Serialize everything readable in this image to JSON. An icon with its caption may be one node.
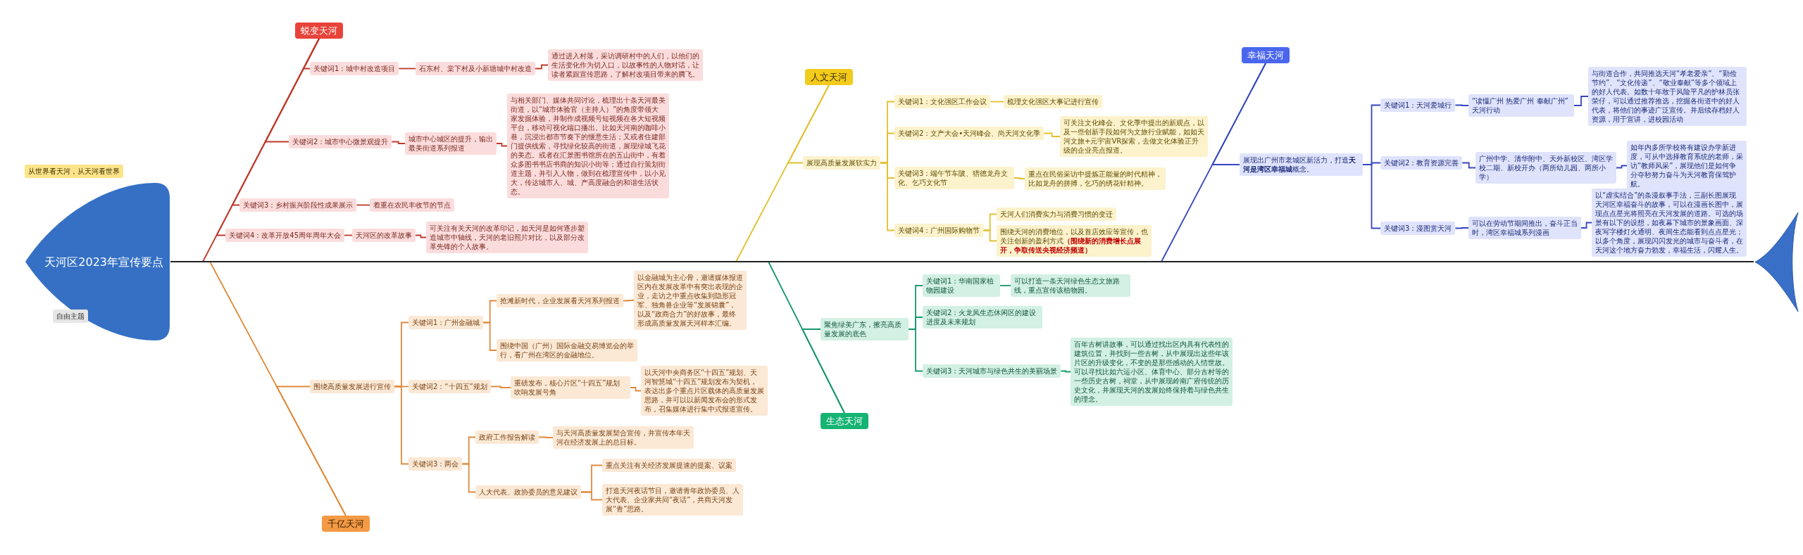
{
  "diagram": {
    "nodes": [
      {
        "text": [
          "天河区2023年宣传要点"
        ]
      },
      {
        "text": [
          "从世界看天河，从天河看世界"
        ]
      },
      {
        "text": [
          "自由主题"
        ],
        "in": 0
      },
      {
        "text": [
          "蜕变天河"
        ]
      },
      {
        "text": [
          "关键词1：城中村改造项目"
        ]
      },
      {
        "text": [
          "石东村、棠下村及小新塘城中村改造"
        ]
      },
      {
        "text": [
          "通过进入村落，采访调研村中的人们，以他们的生活变化作为切入口，以故事性的人物对话，让读者紧跟宣传思路，了解村改项目带来的腾飞。"
        ]
      },
      {
        "text": [
          "关键词2：城市中心微景观提升"
        ]
      },
      {
        "text": [
          "城市中心城区的提升，输出最美街道系列报道"
        ]
      },
      {
        "text": [
          "与相关部门、媒体共同讨论，梳理出十条天河最美街道，以“城市体验官（主持人）”的角度带领大家发掘体验，并制作成视频号短视频在各大短视频平台，移动可视化端口播出。比如天河南的咖啡小巷，沉浸出都市节奏下的惬意生活；又或者住建部门提供线索，寻找绿化较高的街道，展现绿城飞花的美态。或者在汇景图书馆所在的五山街中，有着众多图书书店书商的知识小街等；通过自行策划街道主题，并引入人物，做到在梳理宣传中，以小见大，传达城市人、城、产高度融合的和谐生活状态。"
        ]
      },
      {
        "text": [
          "关键词3：乡村振兴阶段性成果展示"
        ]
      },
      {
        "text": [
          "着重在农民丰收节的节点"
        ]
      },
      {
        "text": [
          "关键词4：改革开放45周年周年大会"
        ]
      },
      {
        "text": [
          "天河区的改革故事"
        ]
      },
      {
        "text": [
          "可关注有关天河的改革印记，如天河是如何逐步塑造城市中轴线，天河的老旧照片对比，以及部分改革先锋的个人故事。"
        ]
      },
      {
        "text": [
          "千亿天河"
        ]
      },
      {
        "text": [
          "围绕高质量发展进行宣传"
        ]
      },
      {
        "text": [
          "关键词1：广州金融城"
        ]
      },
      {
        "text": [
          "抢滩新时代，企业发展看天河系列报道"
        ]
      },
      {
        "text": [
          "以金融城为主心骨，邀请媒体报道区内在发展改革中有突出表现的企业，走访之中重点收集到隐形冠军、独角兽企业等“发展锦囊”，以及“政商合力”的好故事，最终形成高质量发展天河样本汇编。"
        ]
      },
      {
        "text": [
          "围绕中国（广州）国际金融交易博览会的举行，看广州在湾区的金融地位。"
        ]
      },
      {
        "text": [
          "关键词2：“十四五”规划"
        ]
      },
      {
        "text": [
          "重磅发布，核心片区“十四五”规划吹响发展号角"
        ]
      },
      {
        "text": [
          "以天河中央商务区“十四五”规划、天河智慧城“十四五”规划发布为契机，表达出多个重点片区载体的高质量发展思路，并可以以新闻发布会的形式发布，召集媒体进行集中式报道宣传。"
        ]
      },
      {
        "text": [
          "关键词3：两会"
        ]
      },
      {
        "text": [
          "政府工作报告解读"
        ]
      },
      {
        "text": [
          "与天河高质量发展契合宣传，并宣传本年天河在经济发展上的总目标。"
        ]
      },
      {
        "text": [
          "人大代表、政协委员的意见建议"
        ]
      },
      {
        "text": [
          "重点关注有关经济发展提速的提案、议案"
        ]
      },
      {
        "text": [
          "打造天河夜话节目，邀请青年政协委员、人大代表、企业家共同“夜话”，共商天河发展“青”思路。"
        ]
      },
      {
        "text": [
          "人文天河"
        ]
      },
      {
        "text": [
          "展现高质量发展软实力"
        ]
      },
      {
        "text": [
          "关键词1：文化强区工作会议"
        ]
      },
      {
        "text": [
          "梳理文化强区大事记进行宣传"
        ]
      },
      {
        "text": [
          "关键词2：文产大会•天河峰会、尚天河文化季"
        ]
      },
      {
        "text": [
          "可关注文化峰会、文化季中提出的新观点，以及一些创新手段如何为文旅行业赋能，如如天河文旅+元宇宙VR探索，去做文化体验正升级的企业亮点报道。"
        ]
      },
      {
        "text": [
          "关键词3：端午节车陂、猎德龙舟文化、乞巧文化节"
        ]
      },
      {
        "text": [
          "重点在民俗采访中提炼正能量的时代精神，比如龙舟的拼搏，乞巧的绣花针精神。"
        ]
      },
      {
        "text": [
          "关键词4：广州国际购物节"
        ]
      },
      {
        "text": [
          "天河人们消费实力与消费习惯的变迁"
        ]
      },
      {
        "text": [
          "围绕天河的消费地位，以及首店效应等宣传，也关注创新的盈利方式**（围绕新的消费增长点展开，争取传送央视经济频道）**"
        ]
      },
      {
        "text": [
          "生态天河"
        ]
      },
      {
        "text": [
          "聚焦绿美广东，擦亮高质量发展的底色"
        ]
      },
      {
        "text": [
          "关键词1：华南国家植物园建设"
        ]
      },
      {
        "text": [
          "可以打造一条天河绿色生态文旅路线，重点宣传该植物园。"
        ]
      },
      {
        "text": [
          "关键词2：火龙凤生态休闲区的建设进度及未来规划"
        ]
      },
      {
        "text": [
          "关键词3：天河城市与绿色共生的美丽场景"
        ]
      },
      {
        "text": [
          "百年古树讲故事，可以通过找出区内具有代表性的建筑位置，并找到一些古树，从中展现出这些年该片区的升级变化，不变的是那些感动的人情世故。可以寻找比如六运小区、体育中心、部分古村等的一些历史古树，祠堂，从中展现岭南广府传统的历史文化，并展现天河的发展始终保持着与绿色共生的理念。"
        ]
      },
      {
        "text": [
          "幸福天河"
        ]
      },
      {
        "text": [
          "展现出广州市老城区新活力，打造**天河是湾区幸福城**概念。"
        ]
      },
      {
        "text": [
          "关键词1：天河爱城行"
        ]
      },
      {
        "text": [
          "“读懂广州 热爱广州 奉献广州” 天河行动"
        ]
      },
      {
        "text": [
          "与街道合作，共同推选天河“孝老爱亲”、“勤俭节约”、“文化传递”、“敬业奉献”等多个领域上的好人代表。如数十年敢于风险平凡的护林员张荣仔，可以通过推荐推选，挖掘各街道中的好人代表，将他们的事迹广泛宣传。并后续存档好人资源，用于宣讲，进校园活动"
        ]
      },
      {
        "text": [
          "关键词2：教育资源完善"
        ]
      },
      {
        "text": [
          "广州中学、清华附中、天外新校区、湾区学校二期、新校开办（两所幼儿园、两所小学）"
        ]
      },
      {
        "text": [
          "如年内多所学校将有建设办学新进度，可从中选择教育系统的老师，采访“教师风采”，展现他们是如何争分夺秒努力奋斗为天河教育保驾护航。"
        ]
      },
      {
        "text": [
          "关键词3：漫图赏天河"
        ]
      },
      {
        "text": [
          "可以在劳动节期间推出，奋斗正当时，湾区幸福城系列漫画"
        ]
      },
      {
        "text": [
          "以“虚实结合”的条漫叙事手法，三副长图展现天河区幸福奋斗的故事，可以在漫画长图中，展现点点星光将照亮在天河发展的道路。可选的场景有以下的设想，如夜幕下城市的景象画面、深夜写字楼灯火通明、夜间生态能看到点点星光；以多个角度，展现闪闪发光的城市与奋斗者，在天河这个地方奋力勃发，幸福生活，闪耀人生。"
        ]
      },
      {
        "text": [],
        "shape": "tail"
      }
    ],
    "edges": [
      {
        "from": 0,
        "to": 3,
        "arrow": "none",
        "color": "#c0392b"
      },
      {
        "from": 3,
        "to": 4,
        "arrow": "none",
        "color": "#c0392b"
      },
      {
        "from": 3,
        "to": 7,
        "arrow": "none",
        "color": "#c0392b"
      },
      {
        "from": 3,
        "to": 10,
        "arrow": "none",
        "color": "#c0392b"
      },
      {
        "from": 3,
        "to": 12,
        "arrow": "none",
        "color": "#c0392b"
      },
      {
        "from": 4,
        "to": 5,
        "arrow": "none",
        "color": "#c0392b"
      },
      {
        "from": 5,
        "to": 6,
        "arrow": "none",
        "color": "#c0392b"
      },
      {
        "from": 7,
        "to": 8,
        "arrow": "none",
        "color": "#c0392b"
      },
      {
        "from": 8,
        "to": 9,
        "arrow": "none",
        "color": "#c0392b"
      },
      {
        "from": 10,
        "to": 11,
        "arrow": "none",
        "color": "#c0392b"
      },
      {
        "from": 12,
        "to": 13,
        "arrow": "none",
        "color": "#c0392b"
      },
      {
        "from": 13,
        "to": 14,
        "arrow": "none",
        "color": "#c0392b"
      },
      {
        "from": 0,
        "to": 15,
        "arrow": "none",
        "color": "#e08a3c"
      },
      {
        "from": 15,
        "to": 16,
        "arrow": "none",
        "color": "#e08a3c"
      },
      {
        "from": 16,
        "to": 17,
        "arrow": "none",
        "color": "#e08a3c"
      },
      {
        "from": 16,
        "to": 21,
        "arrow": "none",
        "color": "#e08a3c"
      },
      {
        "from": 16,
        "to": 24,
        "arrow": "none",
        "color": "#e08a3c"
      },
      {
        "from": 17,
        "to": 18,
        "arrow": "none",
        "color": "#e08a3c"
      },
      {
        "from": 17,
        "to": 20,
        "arrow": "none",
        "color": "#e08a3c"
      },
      {
        "from": 18,
        "to": 19,
        "arrow": "none",
        "color": "#e08a3c"
      },
      {
        "from": 21,
        "to": 22,
        "arrow": "none",
        "color": "#e08a3c"
      },
      {
        "from": 22,
        "to": 23,
        "arrow": "none",
        "color": "#e08a3c"
      },
      {
        "from": 24,
        "to": 25,
        "arrow": "none",
        "color": "#e08a3c"
      },
      {
        "from": 24,
        "to": 27,
        "arrow": "none",
        "color": "#e08a3c"
      },
      {
        "from": 25,
        "to": 26,
        "arrow": "none",
        "color": "#e08a3c"
      },
      {
        "from": 27,
        "to": 28,
        "arrow": "none",
        "color": "#e08a3c"
      },
      {
        "from": 27,
        "to": 29,
        "arrow": "none",
        "color": "#e08a3c"
      },
      {
        "from": 0,
        "to": 30,
        "arrow": "none",
        "color": "#e2c02c"
      },
      {
        "from": 30,
        "to": 31,
        "arrow": "none",
        "color": "#e2c02c"
      },
      {
        "from": 31,
        "to": 32,
        "arrow": "none",
        "color": "#e2c02c"
      },
      {
        "from": 31,
        "to": 34,
        "arrow": "none",
        "color": "#e2c02c"
      },
      {
        "from": 31,
        "to": 36,
        "arrow": "none",
        "color": "#e2c02c"
      },
      {
        "from": 31,
        "to": 38,
        "arrow": "none",
        "color": "#e2c02c"
      },
      {
        "from": 32,
        "to": 33,
        "arrow": "none",
        "color": "#e2c02c"
      },
      {
        "from": 34,
        "to": 35,
        "arrow": "none",
        "color": "#e2c02c"
      },
      {
        "from": 36,
        "to": 37,
        "arrow": "none",
        "color": "#e2c02c"
      },
      {
        "from": 38,
        "to": 39,
        "arrow": "none",
        "color": "#e2c02c"
      },
      {
        "from": 38,
        "to": 40,
        "arrow": "none",
        "color": "#e2c02c"
      },
      {
        "from": 0,
        "to": 41,
        "arrow": "none",
        "color": "#15986b"
      },
      {
        "from": 41,
        "to": 42,
        "arrow": "none",
        "color": "#15986b"
      },
      {
        "from": 42,
        "to": 43,
        "arrow": "none",
        "color": "#15986b"
      },
      {
        "from": 42,
        "to": 45,
        "arrow": "none",
        "color": "#15986b"
      },
      {
        "from": 42,
        "to": 46,
        "arrow": "none",
        "color": "#15986b"
      },
      {
        "from": 43,
        "to": 44,
        "arrow": "none",
        "color": "#15986b"
      },
      {
        "from": 46,
        "to": 47,
        "arrow": "none",
        "color": "#15986b"
      },
      {
        "from": 0,
        "to": 48,
        "arrow": "none",
        "color": "#3346c0"
      },
      {
        "from": 48,
        "to": 49,
        "arrow": "none",
        "color": "#3346c0"
      },
      {
        "from": 49,
        "to": 50,
        "arrow": "none",
        "color": "#3346c0"
      },
      {
        "from": 49,
        "to": 53,
        "arrow": "none",
        "color": "#3346c0"
      },
      {
        "from": 49,
        "to": 56,
        "arrow": "none",
        "color": "#3346c0"
      },
      {
        "from": 50,
        "to": 51,
        "arrow": "none",
        "color": "#3346c0"
      },
      {
        "from": 51,
        "to": 52,
        "arrow": "none",
        "color": "#3346c0"
      },
      {
        "from": 53,
        "to": 54,
        "arrow": "none",
        "color": "#3346c0"
      },
      {
        "from": 54,
        "to": 55,
        "arrow": "none",
        "color": "#3346c0"
      },
      {
        "from": 56,
        "to": 57,
        "arrow": "none",
        "color": "#3346c0"
      },
      {
        "from": 57,
        "to": 58,
        "arrow": "none",
        "color": "#3346c0"
      },
      {
        "from": 0,
        "to": 59,
        "arrow": "none",
        "color": "#222222"
      }
    ]
  }
}
